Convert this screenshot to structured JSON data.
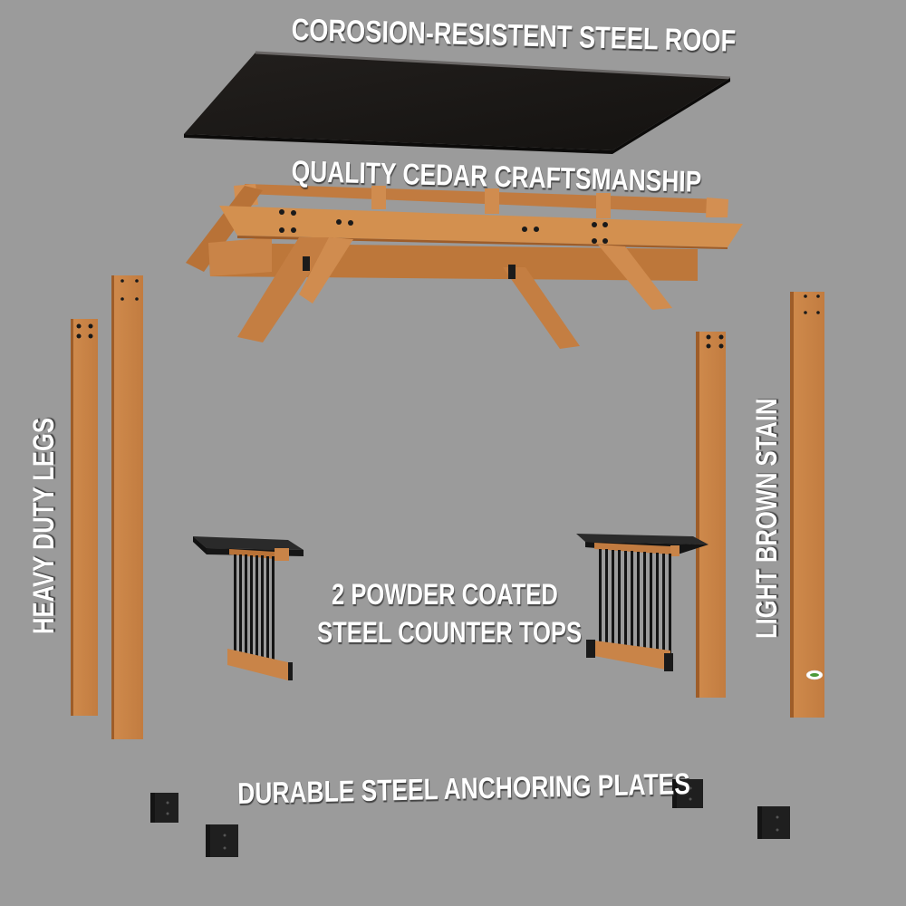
{
  "image": {
    "background_color": "#9b9b9b",
    "subject": "Exploded view of a cedar pergola bar kit"
  },
  "labels": {
    "roof": "COROSION-RESISTENT STEEL ROOF",
    "frame": "QUALITY CEDAR CRAFTSMANSHIP",
    "legs": "HEAVY DUTY LEGS",
    "stain": "LIGHT BROWN STAIN",
    "counter_line1": "2 POWDER COATED",
    "counter_line2": "STEEL COUNTER TOPS",
    "plates": "DURABLE STEEL ANCHORING PLATES"
  },
  "components": {
    "roof": {
      "name": "steel roof panel",
      "color": "#1c1a19"
    },
    "frame": {
      "name": "cedar roof frame",
      "color": "#c98448"
    },
    "legs": {
      "count": 4,
      "color": "#c98448"
    },
    "counter_tops": {
      "count": 2,
      "top_color": "#1e1e1e",
      "baluster_color": "#141414"
    },
    "anchor_plates": {
      "count": 4,
      "color": "#1f1f1f"
    },
    "badge": {
      "colors": [
        "#ffffff",
        "#4a9a3a"
      ]
    }
  },
  "colors": {
    "label_text": "#ffffff",
    "cedar": "#c98448",
    "cedar_dark": "#a8652e",
    "cedar_light": "#d9975a",
    "steel_black": "#1c1a19"
  }
}
